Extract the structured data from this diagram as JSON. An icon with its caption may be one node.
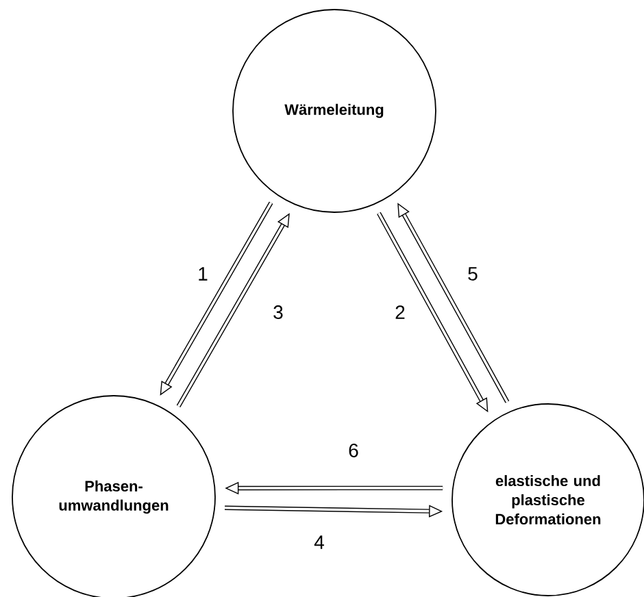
{
  "diagram": {
    "nodes": [
      {
        "text": [
          "Wärmeleitung"
        ]
      },
      {
        "text": [
          "Phasen- umwandlungen"
        ]
      },
      {
        "text": [
          "elastische und plastische Deformationen"
        ]
      }
    ],
    "edges": [
      {
        "from": 0,
        "to": 1,
        "arrow": "to",
        "label": "1"
      },
      {
        "from": 0,
        "to": 2,
        "arrow": "to",
        "label": "2"
      },
      {
        "from": 1,
        "to": 0,
        "arrow": "to",
        "label": "3"
      },
      {
        "from": 1,
        "to": 2,
        "arrow": "to",
        "label": "4"
      },
      {
        "from": 2,
        "to": 0,
        "arrow": "to",
        "label": "5"
      },
      {
        "from": 2,
        "to": 1,
        "arrow": "to",
        "label": "6"
      }
    ]
  }
}
